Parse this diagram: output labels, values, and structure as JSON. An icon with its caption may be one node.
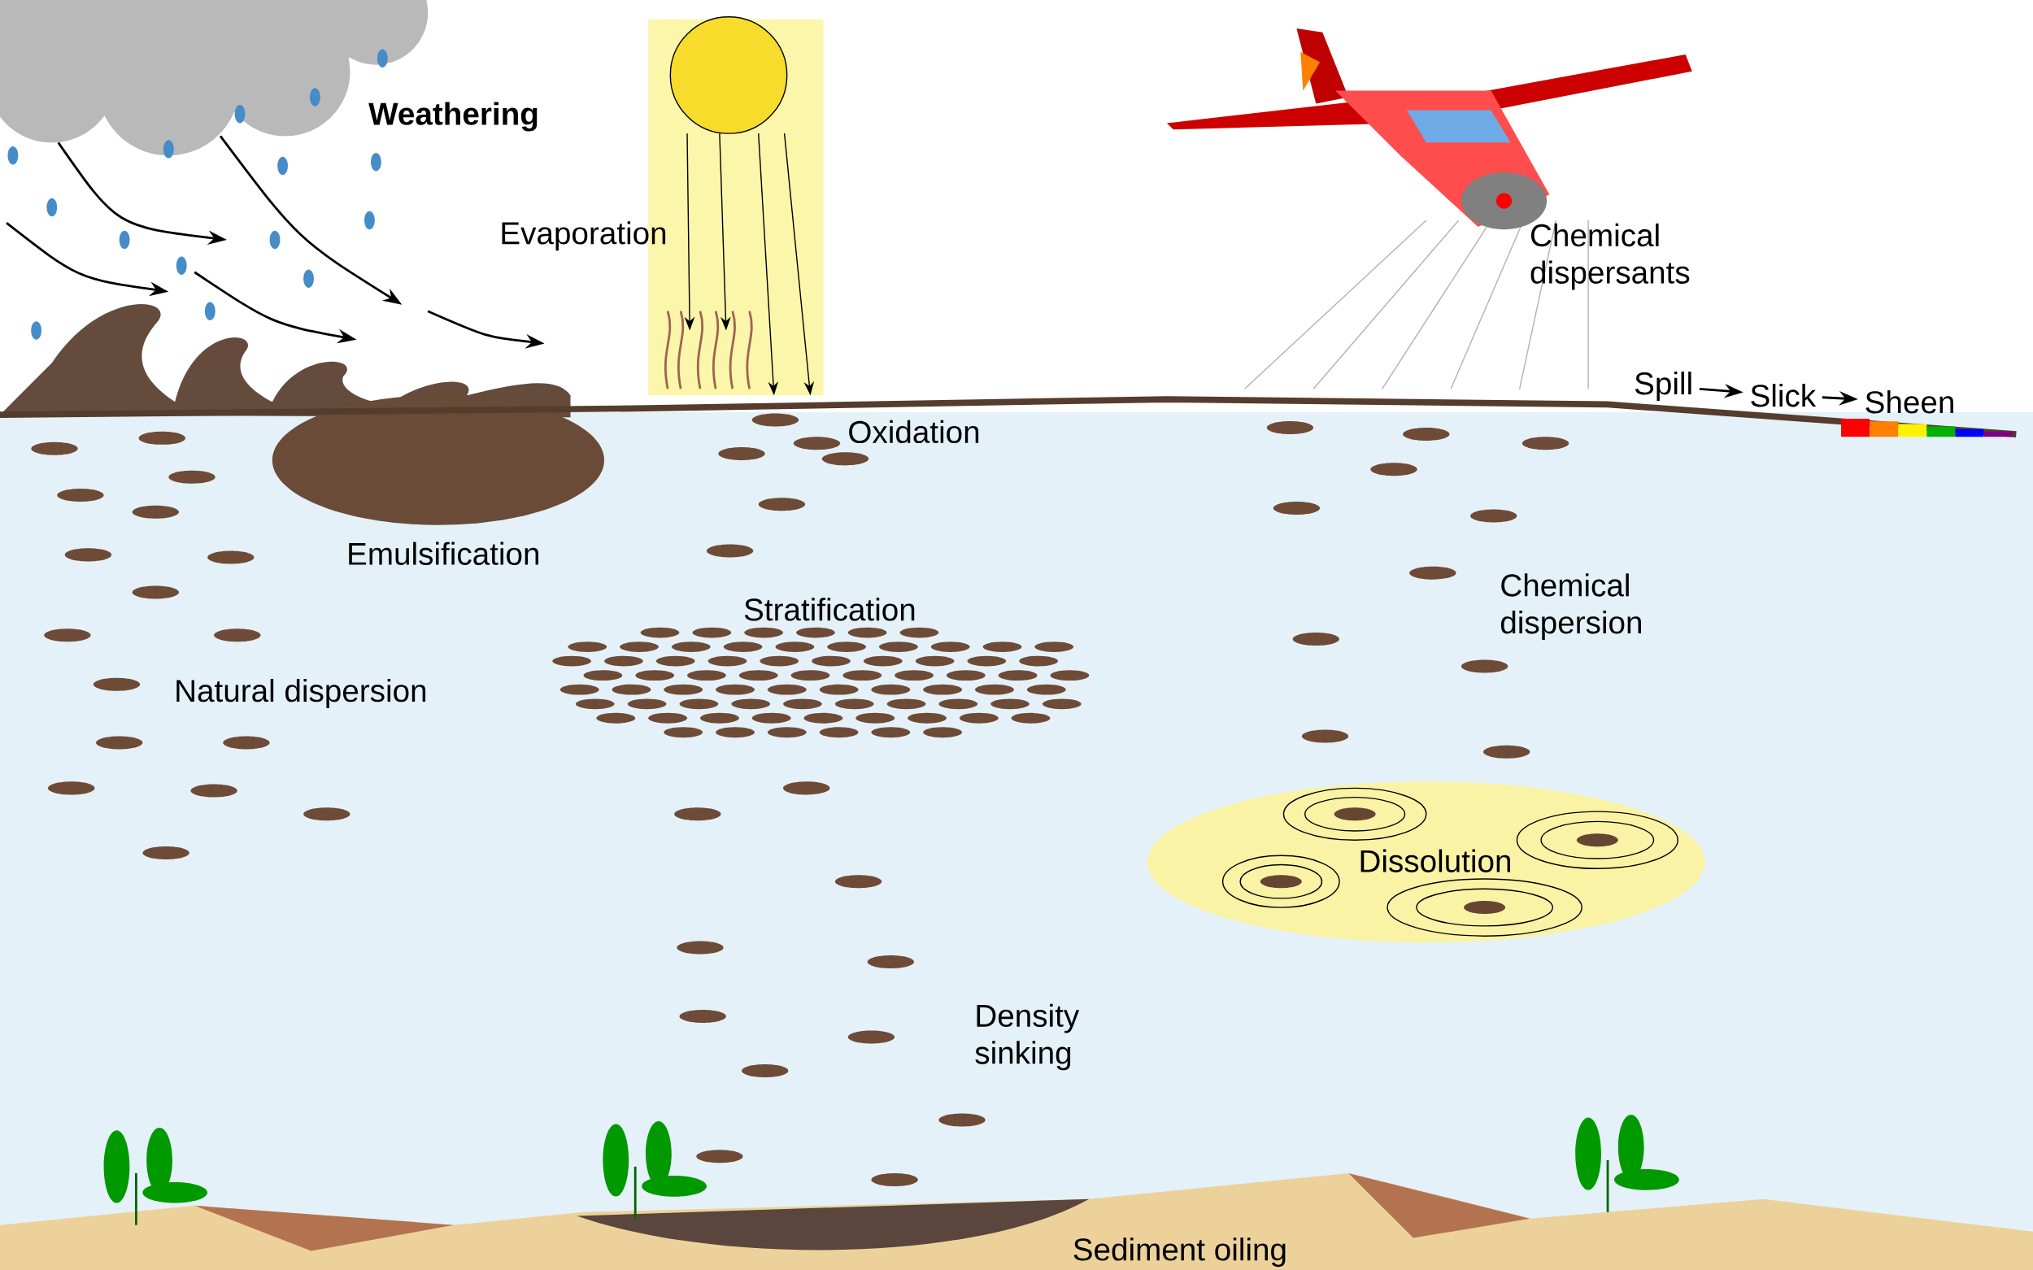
{
  "diagram": {
    "title": "Weathering",
    "nodes": [
      {
        "text": [
          "Spill"
        ]
      },
      {
        "text": [
          "Slick"
        ]
      },
      {
        "text": [
          "Sheen"
        ]
      }
    ],
    "edges": [
      {
        "from": 0,
        "to": 1,
        "arrow": "to"
      },
      {
        "from": 1,
        "to": 2,
        "arrow": "to"
      }
    ],
    "labels": [
      "Evaporation",
      "Chemical dispersants",
      "Oxidation",
      "Emulsification",
      "Stratification",
      "Chemical dispersion",
      "Natural dispersion",
      "Dissolution",
      "Density sinking",
      "Sediment oiling"
    ]
  }
}
